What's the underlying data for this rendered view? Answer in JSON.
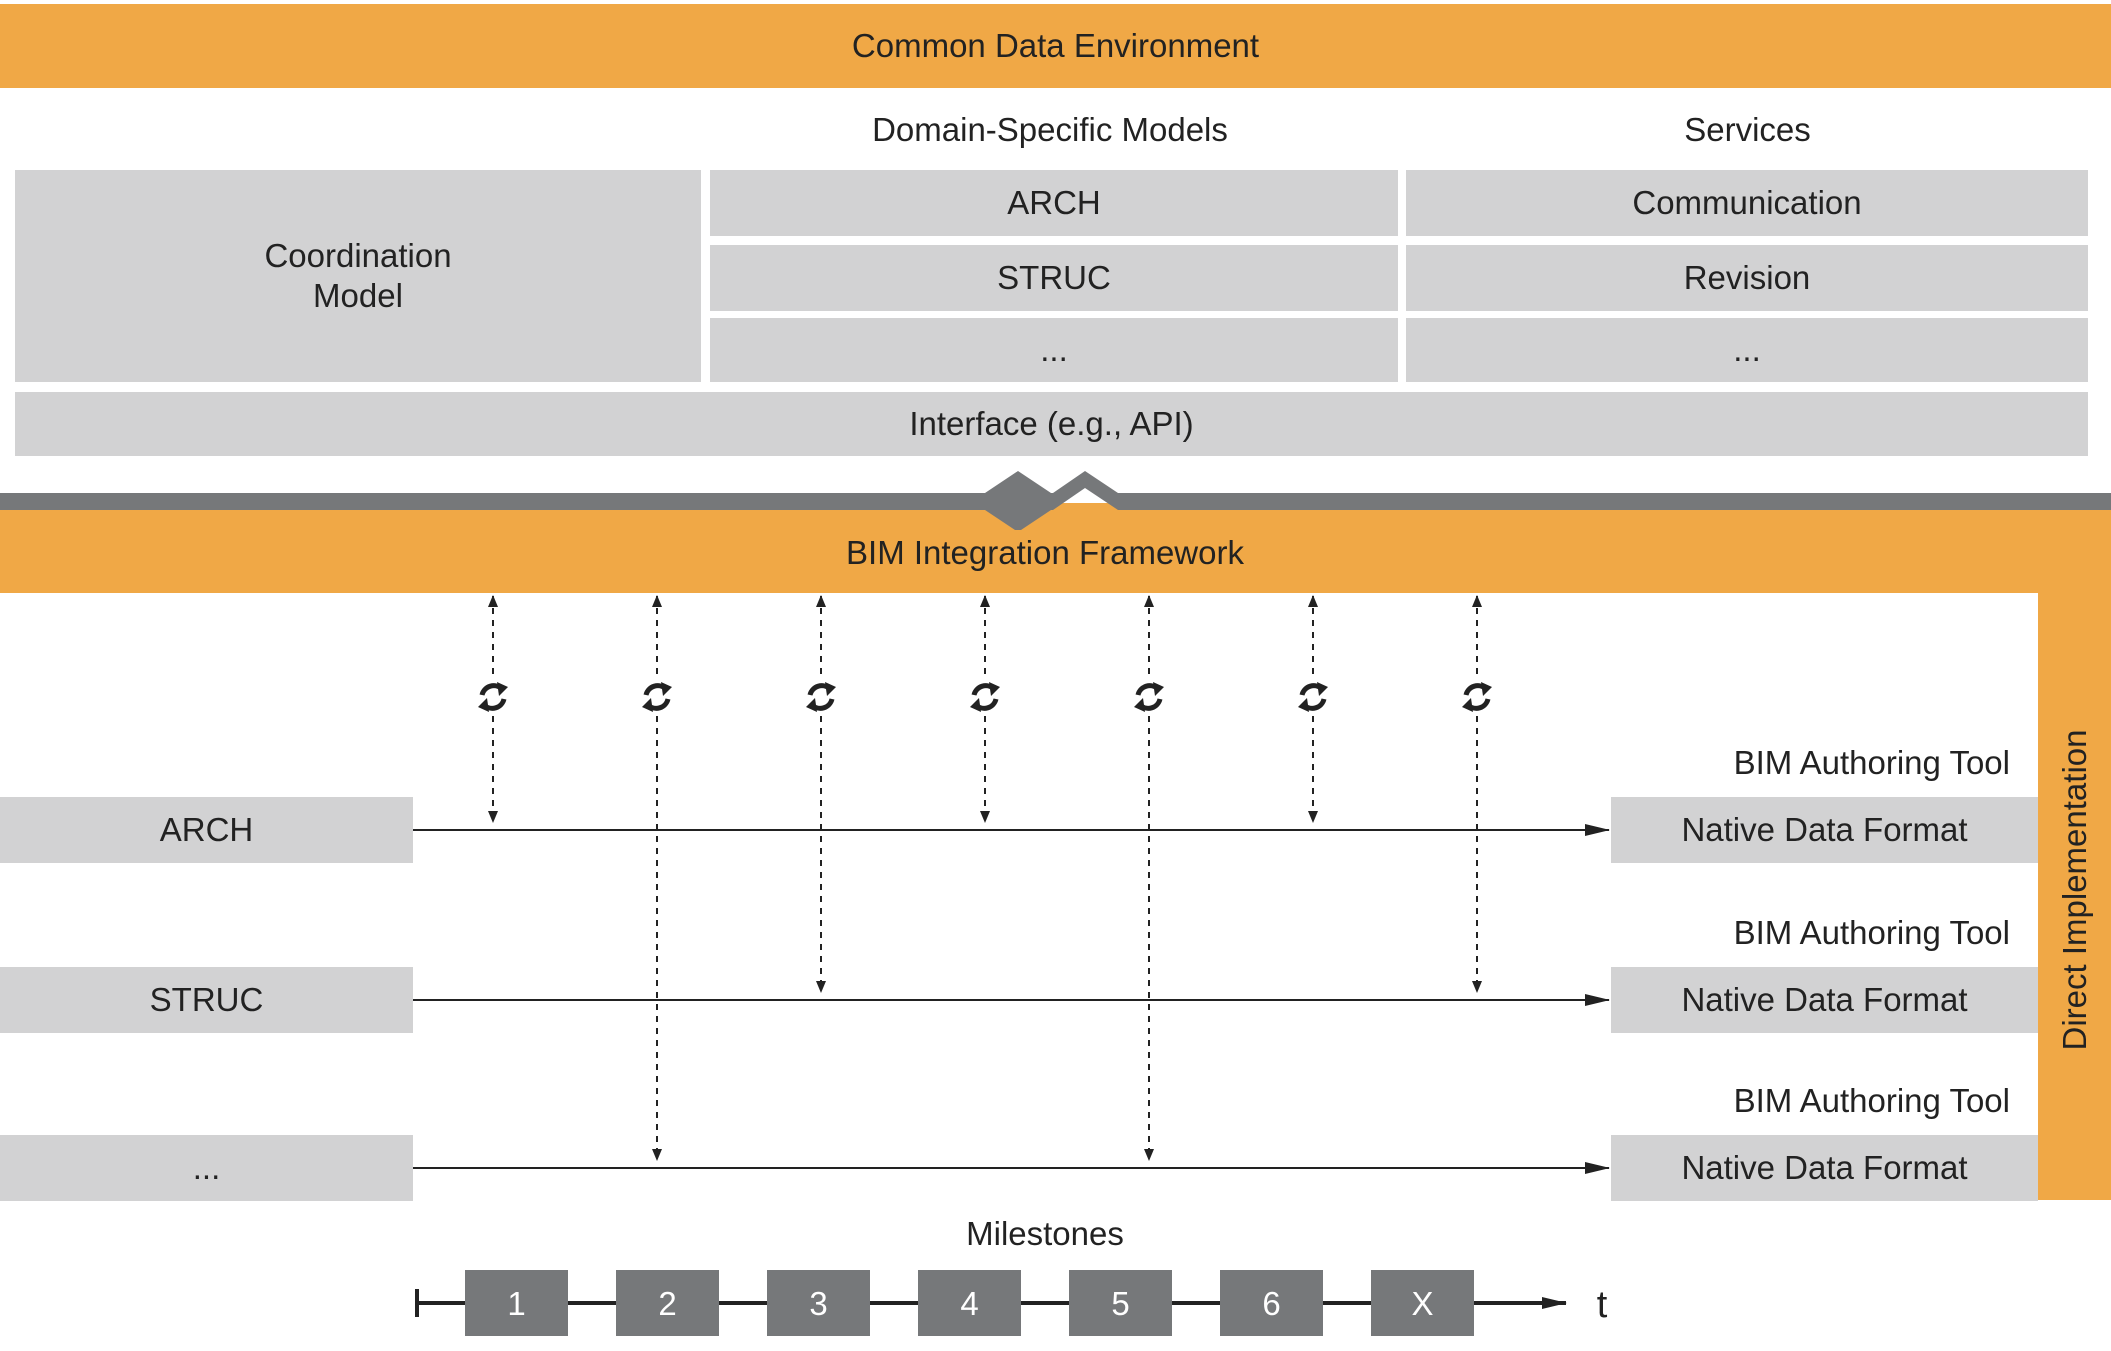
{
  "cde": {
    "title": "Common Data Environment",
    "domain_models_heading": "Domain-Specific Models",
    "services_heading": "Services",
    "coordination_model": "Coordination\nModel",
    "domain_models": [
      "ARCH",
      "STRUC",
      "..."
    ],
    "services": [
      "Communication",
      "Revision",
      "..."
    ],
    "interface": "Interface (e.g., API)"
  },
  "bif": {
    "title": "BIM Integration Framework",
    "direct_implementation": "Direct Implementation"
  },
  "lanes": [
    {
      "name": "ARCH",
      "tool_label": "BIM Authoring Tool",
      "format_label": "Native Data Format"
    },
    {
      "name": "STRUC",
      "tool_label": "BIM Authoring Tool",
      "format_label": "Native Data Format"
    },
    {
      "name": "...",
      "tool_label": "BIM Authoring Tool",
      "format_label": "Native Data Format"
    }
  ],
  "sync_points": [
    {
      "target_lane": 0
    },
    {
      "target_lane": 2
    },
    {
      "target_lane": 1
    },
    {
      "target_lane": 0
    },
    {
      "target_lane": 2
    },
    {
      "target_lane": 0
    },
    {
      "target_lane": 1
    }
  ],
  "sync_icon": "sync-icon",
  "milestones": {
    "title": "Milestones",
    "items": [
      "1",
      "2",
      "3",
      "4",
      "5",
      "6",
      "X"
    ],
    "axis_label": "t"
  },
  "colors": {
    "orange": "#f0a846",
    "light_gray": "#d2d2d3",
    "dark_gray": "#76787a",
    "line": "#222222"
  }
}
